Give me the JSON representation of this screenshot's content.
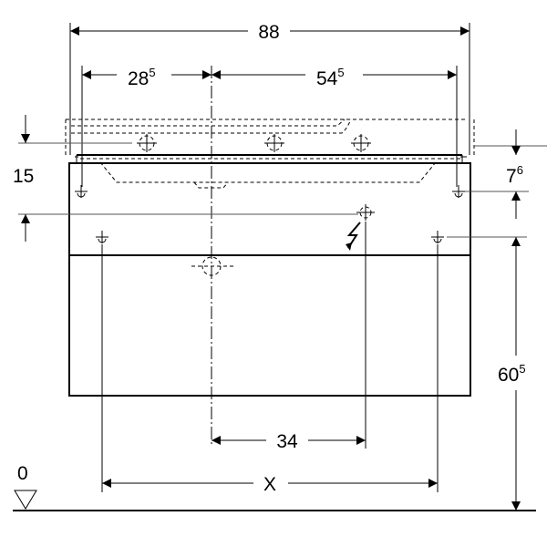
{
  "dimensions": {
    "total_width": {
      "base": "88",
      "sup": ""
    },
    "left_offset": {
      "base": "28",
      "sup": "5"
    },
    "right_offset": {
      "base": "54",
      "sup": "5"
    },
    "left_height": {
      "base": "15",
      "sup": ""
    },
    "right_small_height": {
      "base": "7",
      "sup": "6"
    },
    "cabinet_height": {
      "base": "60",
      "sup": "5"
    },
    "center_to_power": {
      "base": "34",
      "sup": ""
    },
    "variable_width": {
      "base": "X",
      "sup": ""
    },
    "floor_level": {
      "base": "0",
      "sup": ""
    }
  },
  "colors": {
    "line": "#000000"
  }
}
